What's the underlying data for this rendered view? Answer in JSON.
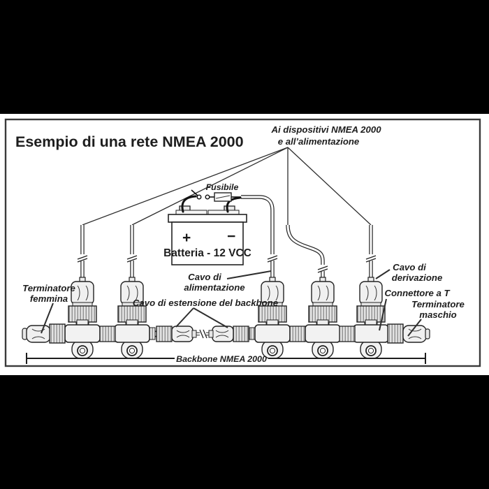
{
  "scene": {
    "letterbox_color": "#000000",
    "paper_color": "#ffffff",
    "ink_color": "#2a2a2a",
    "connector_fill": "#f0f0f0"
  },
  "diagram": {
    "title": "Esempio di una rete NMEA 2000",
    "power": {
      "fuse_label": "Fusibile",
      "battery_label": "Batteria - 12 VCC",
      "plus": "+",
      "minus": "−"
    },
    "callouts": {
      "devices": {
        "line1": "Ai dispositivi NMEA 2000",
        "line2": "e all’alimentazione"
      },
      "terminator_female": {
        "line1": "Terminatore",
        "line2": "femmina"
      },
      "power_cable": {
        "line1": "Cavo di",
        "line2": "alimentazione"
      },
      "backbone_extension": {
        "label": "Cavo di estensione del backbone"
      },
      "drop_cable": {
        "line1": "Cavo di",
        "line2": "derivazione"
      },
      "t_connector": {
        "label": "Connettore a T"
      },
      "terminator_male": {
        "line1": "Terminatore",
        "line2": "maschio"
      },
      "backbone": {
        "label": "Backbone NMEA 2000"
      }
    }
  }
}
